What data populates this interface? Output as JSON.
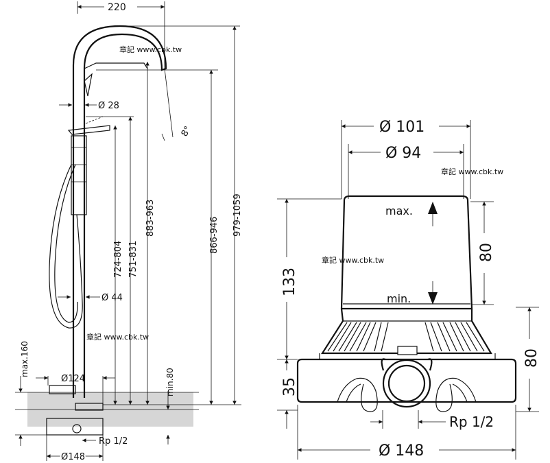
{
  "watermark": "章記 www.cbk.tw",
  "left_view": {
    "dims": {
      "spout_reach": "220",
      "angle": "8°",
      "hose_dia": "Ø 28",
      "handshower_dia": "Ø 44",
      "base_dia": "Ø124",
      "box_dia": "Ø148",
      "h1": "724-804",
      "h2": "751-831",
      "h3": "883-963",
      "h4": "866-946",
      "h5": "979-1059",
      "max": "max.160",
      "min": "min.80",
      "thread": "Rp 1/2"
    }
  },
  "right_view": {
    "dims": {
      "outer_dia": "Ø 101",
      "inner_dia": "Ø 94",
      "height_total": "133",
      "height_range": "80",
      "height_lower": "80",
      "height_base": "35",
      "label_max": "max.",
      "label_min": "min.",
      "thread": "Rp 1/2",
      "base_dia": "Ø 148"
    }
  }
}
